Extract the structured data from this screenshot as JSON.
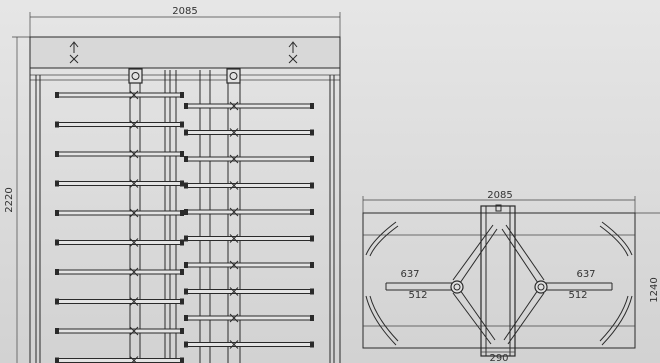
{
  "front_view": {
    "width_label": "2085",
    "height_label": "2220",
    "direction_symbols": [
      "entry-arrow-icon",
      "no-entry-x-icon"
    ]
  },
  "top_view": {
    "width_label": "2085",
    "depth_label": "1240",
    "left_outer_label": "637",
    "left_inner_label": "512",
    "right_outer_label": "637",
    "right_inner_label": "512",
    "center_label": "290"
  },
  "colors": {
    "line": "#2a2a2a",
    "background": "#dcdcdc",
    "panel_fill": "#d0d0d0"
  }
}
